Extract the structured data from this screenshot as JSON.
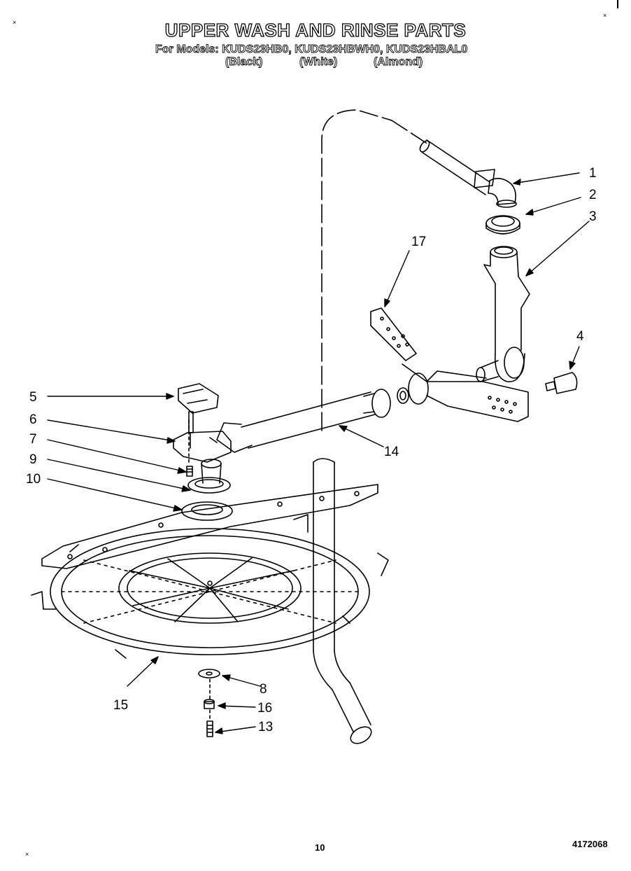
{
  "title": "UPPER WASH AND RINSE PARTS",
  "models_line": "For Models: KUDS23HB0, KUDS23HBWH0, KUDS23HBAL0",
  "variants": [
    "(Black)",
    "(White)",
    "(Almond)"
  ],
  "page_number": "10",
  "doc_number": "4172068",
  "callouts": [
    {
      "id": "1",
      "label": "1"
    },
    {
      "id": "2",
      "label": "2"
    },
    {
      "id": "3",
      "label": "3"
    },
    {
      "id": "4",
      "label": "4"
    },
    {
      "id": "5",
      "label": "5"
    },
    {
      "id": "6",
      "label": "6"
    },
    {
      "id": "7",
      "label": "7"
    },
    {
      "id": "8",
      "label": "8"
    },
    {
      "id": "9",
      "label": "9"
    },
    {
      "id": "10",
      "label": "10"
    },
    {
      "id": "13",
      "label": "13"
    },
    {
      "id": "14",
      "label": "14"
    },
    {
      "id": "15",
      "label": "15"
    },
    {
      "id": "16",
      "label": "16"
    },
    {
      "id": "17",
      "label": "17"
    }
  ]
}
